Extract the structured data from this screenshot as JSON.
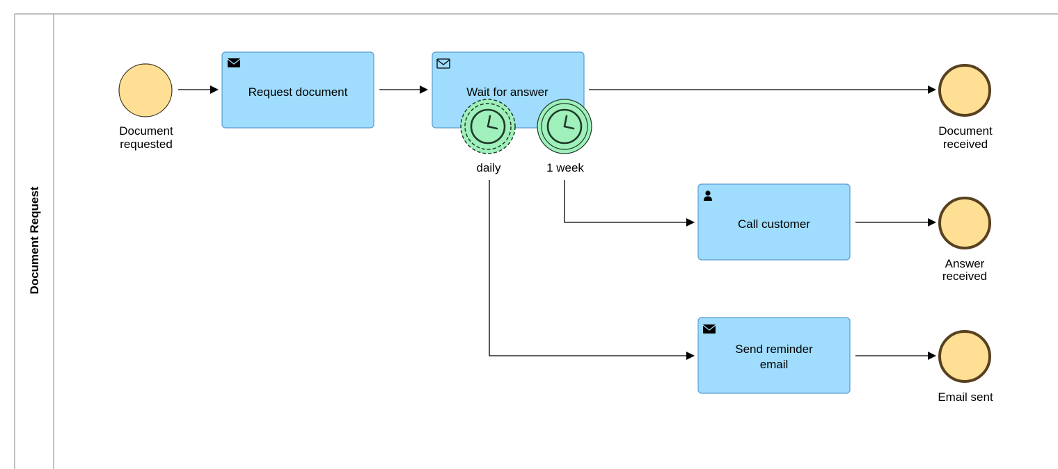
{
  "pool": {
    "label": "Document Request"
  },
  "events": {
    "start": {
      "label_line1": "Document",
      "label_line2": "requested"
    },
    "end_received": {
      "label_line1": "Document",
      "label_line2": "received"
    },
    "end_answer": {
      "label_line1": "Answer",
      "label_line2": "received"
    },
    "end_email": {
      "label": "Email sent"
    }
  },
  "tasks": {
    "request": {
      "label": "Request document",
      "icon": "envelope-filled-icon"
    },
    "wait": {
      "label": "Wait for answer",
      "icon": "envelope-outline-icon"
    },
    "call": {
      "label": "Call customer",
      "icon": "user-icon"
    },
    "reminder": {
      "label_line1": "Send reminder",
      "label_line2": "email",
      "icon": "envelope-filled-icon"
    }
  },
  "timers": {
    "daily": {
      "label": "daily",
      "type": "non-interrupting"
    },
    "week": {
      "label": "1 week",
      "type": "interrupting"
    }
  },
  "colors": {
    "task_fill": "#9fdcfd",
    "task_stroke": "#5a9ccf",
    "event_fill": "#fedf94",
    "timer_fill": "#9ff0ba"
  }
}
